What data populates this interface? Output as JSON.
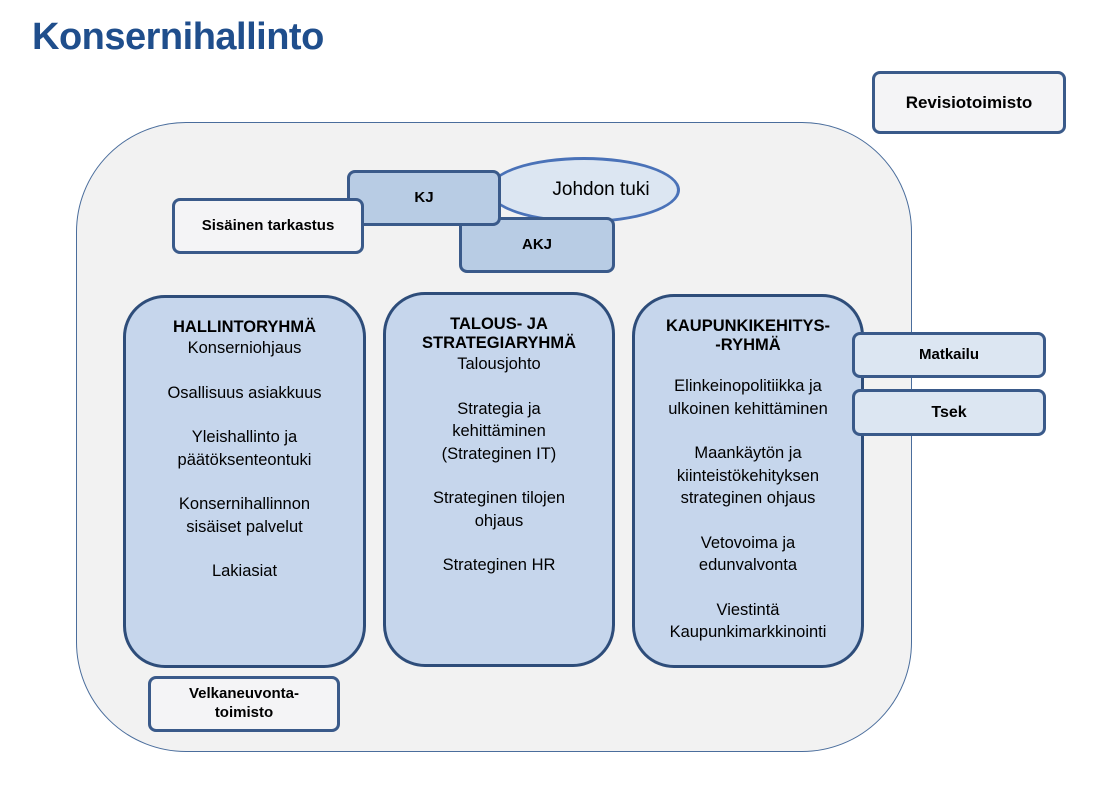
{
  "title": "Konsernihallinto",
  "revisio": "Revisiotoimisto",
  "kj": "KJ",
  "akj": "AKJ",
  "johdon_tuki": "Johdon tuki",
  "sisainen_tarkastus": "Sisäinen tarkastus",
  "velkaneuvonta": "Velkaneuvonta-\ntoimisto",
  "matkailu": "Matkailu",
  "tsek": "Tsek",
  "groups": [
    {
      "title": "HALLINTORYHMÄ",
      "items": [
        "Konserniohjaus",
        "Osallisuus asiakkuus",
        "Yleishallinto ja\npäätöksenteontuki",
        "Konsernihallinnon\nsisäiset palvelut",
        "Lakiasiat"
      ]
    },
    {
      "title": "TALOUS- JA\nSTRATEGIARYHMÄ",
      "items": [
        "Talousjohto",
        "Strategia ja\nkehittäminen\n(Strateginen IT)",
        "Strateginen tilojen\nohjaus",
        "Strateginen HR"
      ]
    },
    {
      "title": "KAUPUNKIKEHITYS-\n-RYHMÄ",
      "items": [
        "Elinkeinopolitiikka ja\nulkoinen kehittäminen",
        "Maankäytön ja\nkiinteistökehityksen\nstrateginen ohjaus",
        "Vetovoima ja\nedunvalvonta",
        "Viestintä\nKaupunkimarkkinointi"
      ]
    }
  ]
}
